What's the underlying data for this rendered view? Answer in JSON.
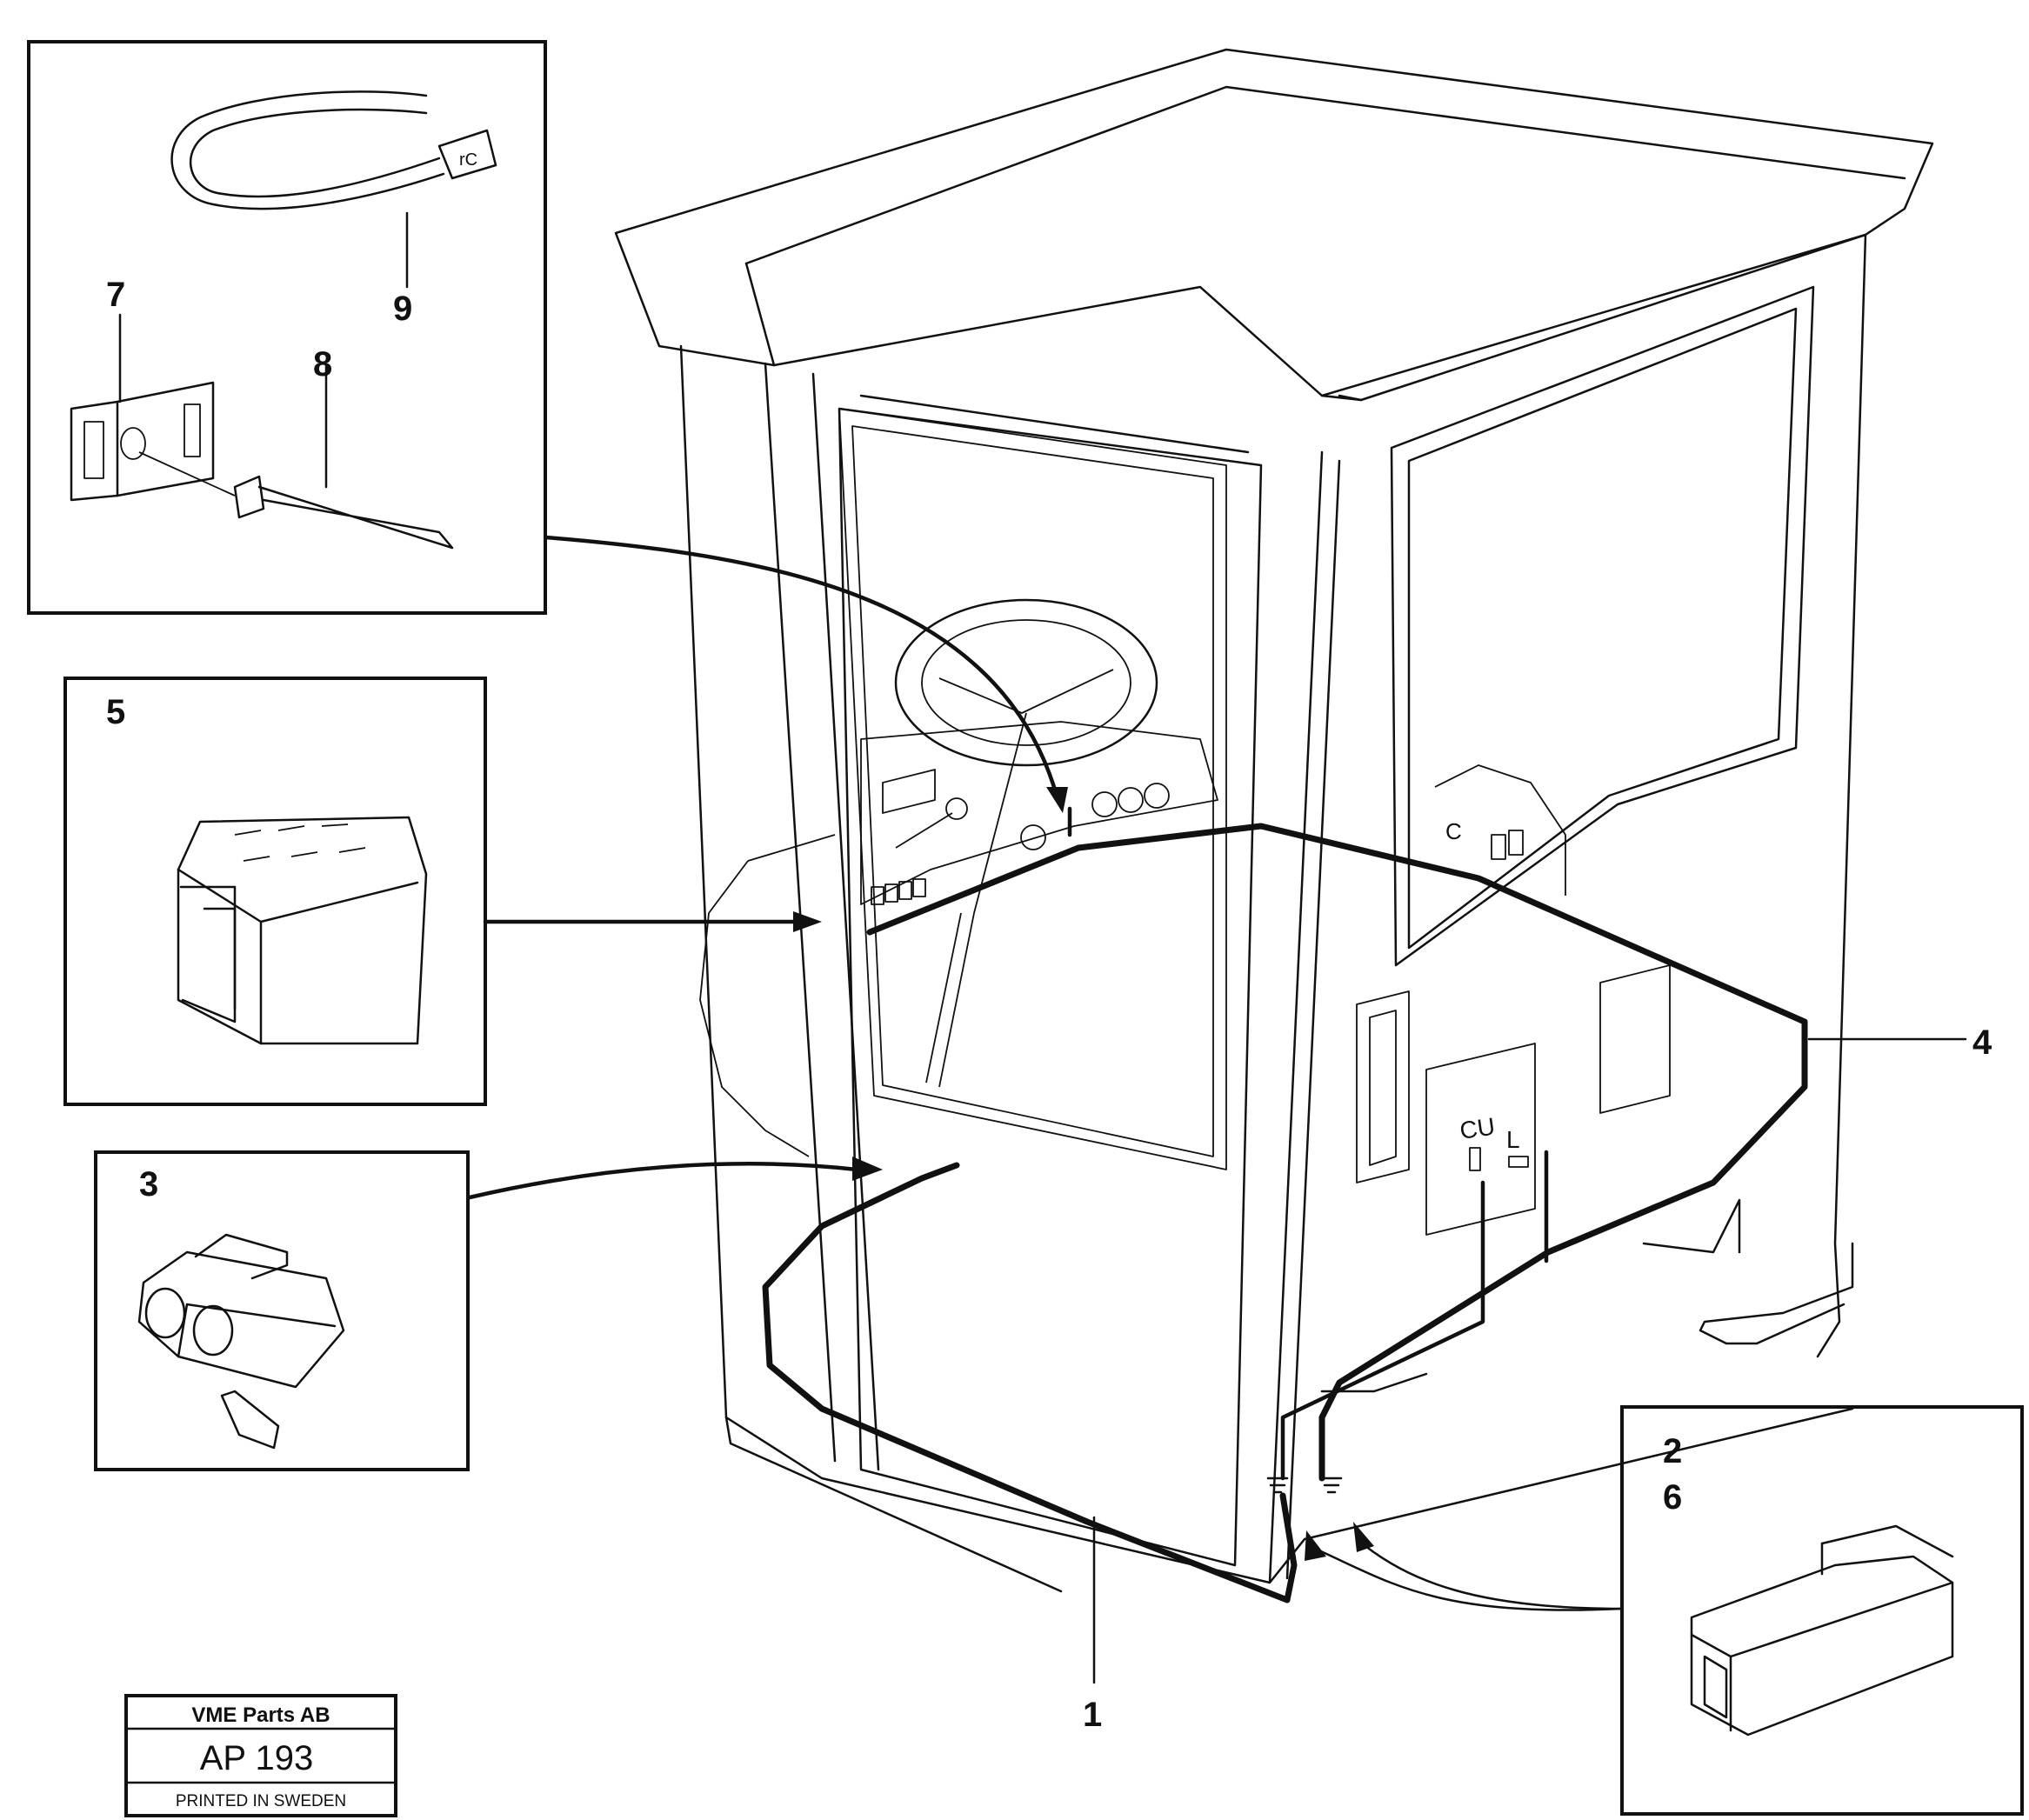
{
  "callouts": {
    "c1": "1",
    "c2": "2",
    "c3": "3",
    "c4": "4",
    "c5": "5",
    "c6": "6",
    "c7": "7",
    "c8": "8",
    "c9": "9"
  },
  "cab_markings": {
    "ec_label": "CU",
    "lamp_label": "L",
    "panel_c": "C"
  },
  "title_plate": {
    "company": "VME Parts AB",
    "code": "AP 193",
    "footer": "PRINTED IN SWEDEN"
  }
}
